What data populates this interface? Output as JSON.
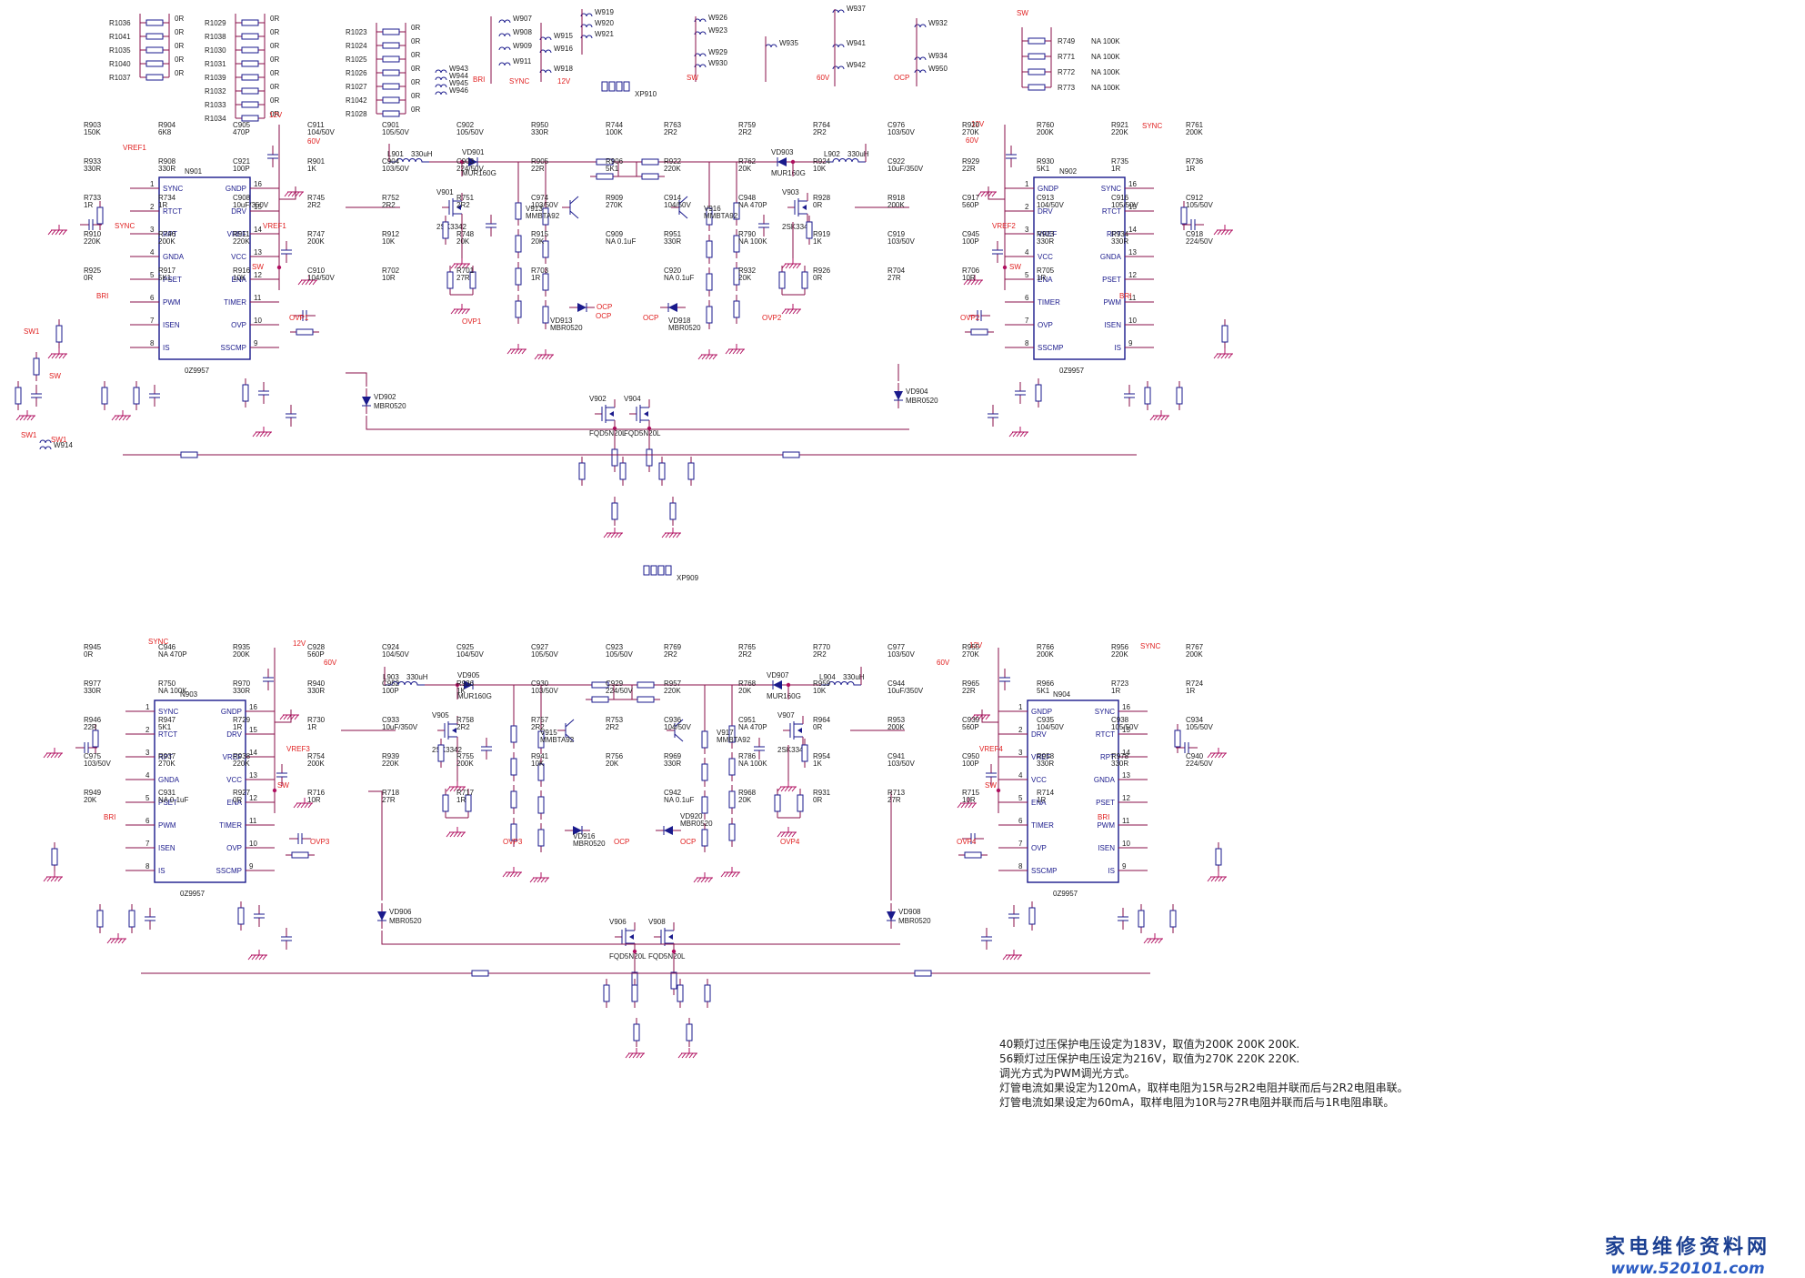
{
  "notes": [
    "40颗灯过压保护电压设定为183V，取值为200K  200K  200K.",
    "56颗灯过压保护电压设定为216V，取值为270K  220K  220K.",
    "调光方式为PWM调光方式。",
    "灯管电流如果设定为120mA，取样电阻为15R与2R2电阻并联而后与2R2电阻串联。",
    "灯管电流如果设定为60mA，取样电阻为10R与27R电阻并联而后与1R电阻串联。"
  ],
  "watermark": {
    "text": "家电维修资料网",
    "url": "www.520101.com"
  },
  "ic_pin_names_left": [
    "SYNC",
    "RTCT",
    "RPT",
    "GNDA",
    "PSET",
    "PWM",
    "ISEN",
    "IS"
  ],
  "ic_pin_names_right": [
    "GNDP",
    "DRV",
    "VREF",
    "VCC",
    "ENA",
    "TIMER",
    "OVP",
    "SSCMP"
  ],
  "ic_pin_names_left_b": [
    "GNDP",
    "DRV",
    "VREF",
    "VCC",
    "ENA",
    "TIMER",
    "OVP",
    "SSCMP"
  ],
  "ic_pin_names_right_b": [
    "SYNC",
    "RTCT",
    "RPT",
    "GNDA",
    "PSET",
    "PWM",
    "ISEN",
    "IS"
  ],
  "ic_pin_numbers_left": [
    "1",
    "2",
    "3",
    "4",
    "5",
    "6",
    "7",
    "8"
  ],
  "ic_pin_numbers_right": [
    "16",
    "15",
    "14",
    "13",
    "12",
    "11",
    "10",
    "9"
  ],
  "ic_part": "0Z9957",
  "chips": [
    {
      "ref": "N901"
    },
    {
      "ref": "N902"
    },
    {
      "ref": "N903"
    },
    {
      "ref": "N904"
    }
  ],
  "connectors": [
    {
      "ref": "XP910"
    },
    {
      "ref": "XP909"
    }
  ],
  "mosfets": [
    {
      "ref": "V902",
      "part": "FQD5N20L"
    },
    {
      "ref": "V904",
      "part": "FQD5N20L"
    },
    {
      "ref": "V906",
      "part": "FQD5N20L"
    },
    {
      "ref": "V908",
      "part": "FQD5N20L"
    },
    {
      "ref": "V901",
      "part": "2SK3342"
    },
    {
      "ref": "V903",
      "part": "2SK3342"
    },
    {
      "ref": "V905",
      "part": "2SK3342"
    },
    {
      "ref": "V907",
      "part": "2SK3342"
    },
    {
      "ref": "V913",
      "part": "MMBTA92"
    },
    {
      "ref": "V916",
      "part": "MMBTA92"
    },
    {
      "ref": "V915",
      "part": "MMBTA92"
    },
    {
      "ref": "V917",
      "part": "MMBTA92"
    }
  ],
  "diodes": [
    {
      "ref": "VD901",
      "part": "MUR160G"
    },
    {
      "ref": "VD903",
      "part": "MUR160G"
    },
    {
      "ref": "VD905",
      "part": "MUR160G"
    },
    {
      "ref": "VD907",
      "part": "MUR160G"
    },
    {
      "ref": "VD913",
      "part": "MBR0520"
    },
    {
      "ref": "VD918",
      "part": "MBR0520"
    },
    {
      "ref": "VD916",
      "part": "MBR0520"
    },
    {
      "ref": "VD920",
      "part": "MBR0520"
    },
    {
      "ref": "VD902",
      "part": "MBR0520"
    },
    {
      "ref": "VD904",
      "part": "MBR0520"
    },
    {
      "ref": "VD906",
      "part": "MBR0520"
    },
    {
      "ref": "VD908",
      "part": "MBR0520"
    }
  ],
  "inductors": [
    {
      "ref": "L901",
      "value": "330uH"
    },
    {
      "ref": "L902",
      "value": "330uH"
    },
    {
      "ref": "L903",
      "value": "330uH"
    },
    {
      "ref": "L904",
      "value": "330uH"
    }
  ],
  "nets": [
    "SYNC",
    "VREF1",
    "VREF2",
    "VREF3",
    "VREF4",
    "BRI",
    "OVP1",
    "OVP2",
    "OVP3",
    "OVP4",
    "OCP",
    "SW",
    "SW1",
    "12V",
    "60V"
  ],
  "top_resistor_bank": [
    {
      "ref": "R1036",
      "value": "0R"
    },
    {
      "ref": "R1041",
      "value": "0R"
    },
    {
      "ref": "R1035",
      "value": "0R"
    },
    {
      "ref": "R1040",
      "value": "0R"
    },
    {
      "ref": "R1037",
      "value": "0R"
    },
    {
      "ref": "R1029",
      "value": "0R"
    },
    {
      "ref": "R1038",
      "value": "0R"
    },
    {
      "ref": "R1030",
      "value": "0R"
    },
    {
      "ref": "R1031",
      "value": "0R"
    },
    {
      "ref": "R1039",
      "value": "0R"
    },
    {
      "ref": "R1032",
      "value": "0R"
    },
    {
      "ref": "R1033",
      "value": "0R"
    },
    {
      "ref": "R1034",
      "value": "0R"
    },
    {
      "ref": "R1023",
      "value": "0R"
    },
    {
      "ref": "R1024",
      "value": "0R"
    },
    {
      "ref": "R1025",
      "value": "0R"
    },
    {
      "ref": "R1026",
      "value": "0R"
    },
    {
      "ref": "R1027",
      "value": "0R"
    },
    {
      "ref": "R1042",
      "value": "0R"
    },
    {
      "ref": "R1028",
      "value": "0R"
    }
  ],
  "jumpers": [
    "W907",
    "W908",
    "W909",
    "W911",
    "W915",
    "W916",
    "W918",
    "W919",
    "W920",
    "W921",
    "W943",
    "W944",
    "W945",
    "W946",
    "W926",
    "W923",
    "W929",
    "W930",
    "W935",
    "W937",
    "W941",
    "W942",
    "W932",
    "W934",
    "W950",
    "W914"
  ],
  "top_right_bank": [
    {
      "ref": "R749",
      "value": "NA 100K"
    },
    {
      "ref": "R771",
      "value": "NA 100K"
    },
    {
      "ref": "R772",
      "value": "NA 100K"
    },
    {
      "ref": "R773",
      "value": "NA 100K"
    }
  ],
  "block_top_left": {
    "parts": [
      {
        "ref": "R903",
        "value": "150K"
      },
      {
        "ref": "R904",
        "value": "6K8"
      },
      {
        "ref": "C905",
        "value": "470P"
      },
      {
        "ref": "C911",
        "value": "104/50V"
      },
      {
        "ref": "C901",
        "value": "105/50V"
      },
      {
        "ref": "C902",
        "value": "105/50V"
      },
      {
        "ref": "R950",
        "value": "330R"
      },
      {
        "ref": "R744",
        "value": "100K"
      },
      {
        "ref": "R933",
        "value": "330R"
      },
      {
        "ref": "R908",
        "value": "330R"
      },
      {
        "ref": "C921",
        "value": "100P"
      },
      {
        "ref": "R901",
        "value": "1K"
      },
      {
        "ref": "C904",
        "value": "103/50V"
      },
      {
        "ref": "C903",
        "value": "224/50V"
      },
      {
        "ref": "R905",
        "value": "22R"
      },
      {
        "ref": "R906",
        "value": "5K1"
      },
      {
        "ref": "R733",
        "value": "1R"
      },
      {
        "ref": "R734",
        "value": "1R"
      },
      {
        "ref": "C908",
        "value": "10uF/350V"
      },
      {
        "ref": "R745",
        "value": "2R2"
      },
      {
        "ref": "R752",
        "value": "2R2"
      },
      {
        "ref": "R751",
        "value": "2R2"
      },
      {
        "ref": "C974",
        "value": "103/50V"
      },
      {
        "ref": "R909",
        "value": "270K"
      },
      {
        "ref": "R910",
        "value": "220K"
      },
      {
        "ref": "R746",
        "value": "200K"
      },
      {
        "ref": "R911",
        "value": "220K"
      },
      {
        "ref": "R747",
        "value": "200K"
      },
      {
        "ref": "R912",
        "value": "10K"
      },
      {
        "ref": "R748",
        "value": "20K"
      },
      {
        "ref": "R915",
        "value": "20K"
      },
      {
        "ref": "C909",
        "value": "NA 0.1uF"
      },
      {
        "ref": "R925",
        "value": "0R"
      },
      {
        "ref": "R917",
        "value": "5K1"
      },
      {
        "ref": "R916",
        "value": "10K"
      },
      {
        "ref": "C910",
        "value": "104/50V"
      },
      {
        "ref": "R702",
        "value": "10R"
      },
      {
        "ref": "R701",
        "value": "27R"
      },
      {
        "ref": "R703",
        "value": "1R"
      }
    ]
  },
  "block_top_right": {
    "parts": [
      {
        "ref": "R763",
        "value": "2R2"
      },
      {
        "ref": "R759",
        "value": "2R2"
      },
      {
        "ref": "R764",
        "value": "2R2"
      },
      {
        "ref": "C976",
        "value": "103/50V"
      },
      {
        "ref": "R920",
        "value": "270K"
      },
      {
        "ref": "R760",
        "value": "200K"
      },
      {
        "ref": "R921",
        "value": "220K"
      },
      {
        "ref": "R761",
        "value": "200K"
      },
      {
        "ref": "R922",
        "value": "220K"
      },
      {
        "ref": "R762",
        "value": "20K"
      },
      {
        "ref": "R924",
        "value": "10K"
      },
      {
        "ref": "C922",
        "value": "10uF/350V"
      },
      {
        "ref": "R929",
        "value": "22R"
      },
      {
        "ref": "R930",
        "value": "5K1"
      },
      {
        "ref": "R735",
        "value": "1R"
      },
      {
        "ref": "R736",
        "value": "1R"
      },
      {
        "ref": "C914",
        "value": "104/50V"
      },
      {
        "ref": "C948",
        "value": "NA 470P"
      },
      {
        "ref": "R928",
        "value": "0R"
      },
      {
        "ref": "R918",
        "value": "200K"
      },
      {
        "ref": "C917",
        "value": "560P"
      },
      {
        "ref": "C913",
        "value": "104/50V"
      },
      {
        "ref": "C916",
        "value": "105/50V"
      },
      {
        "ref": "C912",
        "value": "105/50V"
      },
      {
        "ref": "R951",
        "value": "330R"
      },
      {
        "ref": "R790",
        "value": "NA 100K"
      },
      {
        "ref": "R919",
        "value": "1K"
      },
      {
        "ref": "C919",
        "value": "103/50V"
      },
      {
        "ref": "C945",
        "value": "100P"
      },
      {
        "ref": "R923",
        "value": "330R"
      },
      {
        "ref": "R934",
        "value": "330R"
      },
      {
        "ref": "C918",
        "value": "224/50V"
      },
      {
        "ref": "C920",
        "value": "NA 0.1uF"
      },
      {
        "ref": "R932",
        "value": "20K"
      },
      {
        "ref": "R926",
        "value": "0R"
      },
      {
        "ref": "R704",
        "value": "27R"
      },
      {
        "ref": "R706",
        "value": "10R"
      },
      {
        "ref": "R705",
        "value": "1R"
      }
    ]
  },
  "block_bottom_left": {
    "parts": [
      {
        "ref": "R945",
        "value": "0R"
      },
      {
        "ref": "C946",
        "value": "NA 470P"
      },
      {
        "ref": "R935",
        "value": "200K"
      },
      {
        "ref": "C928",
        "value": "560P"
      },
      {
        "ref": "C924",
        "value": "104/50V"
      },
      {
        "ref": "C925",
        "value": "104/50V"
      },
      {
        "ref": "C927",
        "value": "105/50V"
      },
      {
        "ref": "C923",
        "value": "105/50V"
      },
      {
        "ref": "R977",
        "value": "330R"
      },
      {
        "ref": "R750",
        "value": "NA 100K"
      },
      {
        "ref": "R970",
        "value": "330R"
      },
      {
        "ref": "R940",
        "value": "330R"
      },
      {
        "ref": "C952",
        "value": "100P"
      },
      {
        "ref": "R936",
        "value": "1K"
      },
      {
        "ref": "C930",
        "value": "103/50V"
      },
      {
        "ref": "C929",
        "value": "224/50V"
      },
      {
        "ref": "R946",
        "value": "22R"
      },
      {
        "ref": "R947",
        "value": "5K1"
      },
      {
        "ref": "R729",
        "value": "1R"
      },
      {
        "ref": "R730",
        "value": "1R"
      },
      {
        "ref": "C933",
        "value": "10uF/350V"
      },
      {
        "ref": "R758",
        "value": "2R2"
      },
      {
        "ref": "R757",
        "value": "2R2"
      },
      {
        "ref": "R753",
        "value": "2R2"
      },
      {
        "ref": "C975",
        "value": "103/50V"
      },
      {
        "ref": "R937",
        "value": "270K"
      },
      {
        "ref": "R938",
        "value": "220K"
      },
      {
        "ref": "R754",
        "value": "200K"
      },
      {
        "ref": "R939",
        "value": "220K"
      },
      {
        "ref": "R755",
        "value": "200K"
      },
      {
        "ref": "R941",
        "value": "10K"
      },
      {
        "ref": "R756",
        "value": "20K"
      },
      {
        "ref": "R949",
        "value": "20K"
      },
      {
        "ref": "C931",
        "value": "NA 0.1uF"
      },
      {
        "ref": "R927",
        "value": "0R"
      },
      {
        "ref": "R716",
        "value": "10R"
      },
      {
        "ref": "R718",
        "value": "27R"
      },
      {
        "ref": "R717",
        "value": "1R"
      }
    ]
  },
  "block_bottom_right": {
    "parts": [
      {
        "ref": "R769",
        "value": "2R2"
      },
      {
        "ref": "R765",
        "value": "2R2"
      },
      {
        "ref": "R770",
        "value": "2R2"
      },
      {
        "ref": "C977",
        "value": "103/50V"
      },
      {
        "ref": "R955",
        "value": "270K"
      },
      {
        "ref": "R766",
        "value": "200K"
      },
      {
        "ref": "R956",
        "value": "220K"
      },
      {
        "ref": "R767",
        "value": "200K"
      },
      {
        "ref": "R957",
        "value": "220K"
      },
      {
        "ref": "R768",
        "value": "20K"
      },
      {
        "ref": "R959",
        "value": "10K"
      },
      {
        "ref": "C944",
        "value": "10uF/350V"
      },
      {
        "ref": "R965",
        "value": "22R"
      },
      {
        "ref": "R966",
        "value": "5K1"
      },
      {
        "ref": "R723",
        "value": "1R"
      },
      {
        "ref": "R724",
        "value": "1R"
      },
      {
        "ref": "C936",
        "value": "104/50V"
      },
      {
        "ref": "C951",
        "value": "NA 470P"
      },
      {
        "ref": "R964",
        "value": "0R"
      },
      {
        "ref": "R953",
        "value": "200K"
      },
      {
        "ref": "C939",
        "value": "560P"
      },
      {
        "ref": "C935",
        "value": "104/50V"
      },
      {
        "ref": "C938",
        "value": "105/50V"
      },
      {
        "ref": "C934",
        "value": "105/50V"
      },
      {
        "ref": "R969",
        "value": "330R"
      },
      {
        "ref": "R786",
        "value": "NA 100K"
      },
      {
        "ref": "R954",
        "value": "1K"
      },
      {
        "ref": "C941",
        "value": "103/50V"
      },
      {
        "ref": "C950",
        "value": "100P"
      },
      {
        "ref": "R958",
        "value": "330R"
      },
      {
        "ref": "R978",
        "value": "330R"
      },
      {
        "ref": "C940",
        "value": "224/50V"
      },
      {
        "ref": "C942",
        "value": "NA 0.1uF"
      },
      {
        "ref": "R968",
        "value": "20K"
      },
      {
        "ref": "R931",
        "value": "0R"
      },
      {
        "ref": "R713",
        "value": "27R"
      },
      {
        "ref": "R715",
        "value": "10R"
      },
      {
        "ref": "R714",
        "value": "1R"
      }
    ]
  },
  "colors": {
    "wire": "#8a0f4a",
    "component": "#1a1a8c",
    "net_label": "#e02020",
    "watermark": "#1b3f91"
  }
}
